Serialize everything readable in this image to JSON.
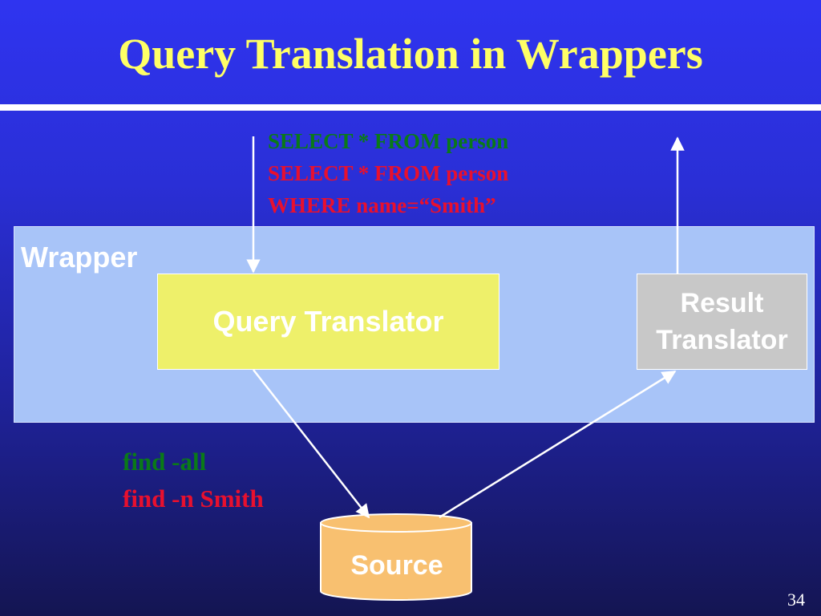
{
  "slide": {
    "title": "Query Translation in Wrappers",
    "page_number": "34"
  },
  "incoming_query": {
    "line1": "SELECT * FROM person",
    "line2": "SELECT * FROM person",
    "line3": "WHERE name=“Smith”"
  },
  "wrapper": {
    "label": "Wrapper",
    "query_translator": "Query Translator",
    "result_translator_line1": "Result",
    "result_translator_line2": "Translator"
  },
  "source_commands": {
    "line1": "find -all",
    "line2": "find -n Smith"
  },
  "source": {
    "label": "Source"
  },
  "colors": {
    "title": "#ffff66",
    "green_text": "#0a7a18",
    "red_text": "#e8102e",
    "wrapper_fill": "#a8c4f8",
    "query_translator_fill": "#eef06a",
    "result_translator_fill": "#c8c8c8",
    "source_fill": "#f8c070"
  }
}
